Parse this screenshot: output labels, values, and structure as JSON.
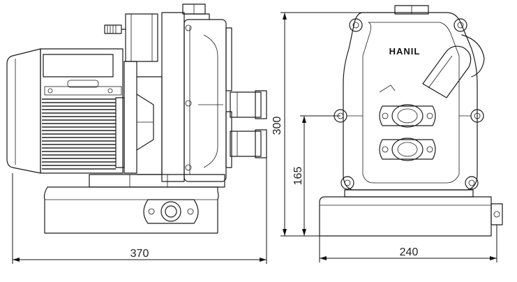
{
  "brand": {
    "label": "HANIL"
  },
  "dimensions": {
    "overall_length": "370",
    "overall_height": "300",
    "outlet_center_height": "165",
    "base_width": "240"
  }
}
